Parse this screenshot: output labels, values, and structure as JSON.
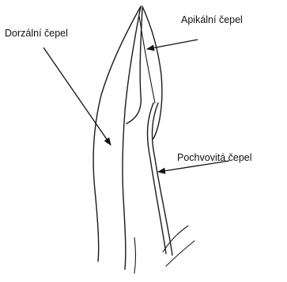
{
  "labels": {
    "dorsal": "Dorzální čepel",
    "apical": "Apikální čepel",
    "sheath": "Pochvovitá čepel"
  },
  "colors": {
    "ink": "#1a1a1a",
    "background": "#ffffff"
  }
}
